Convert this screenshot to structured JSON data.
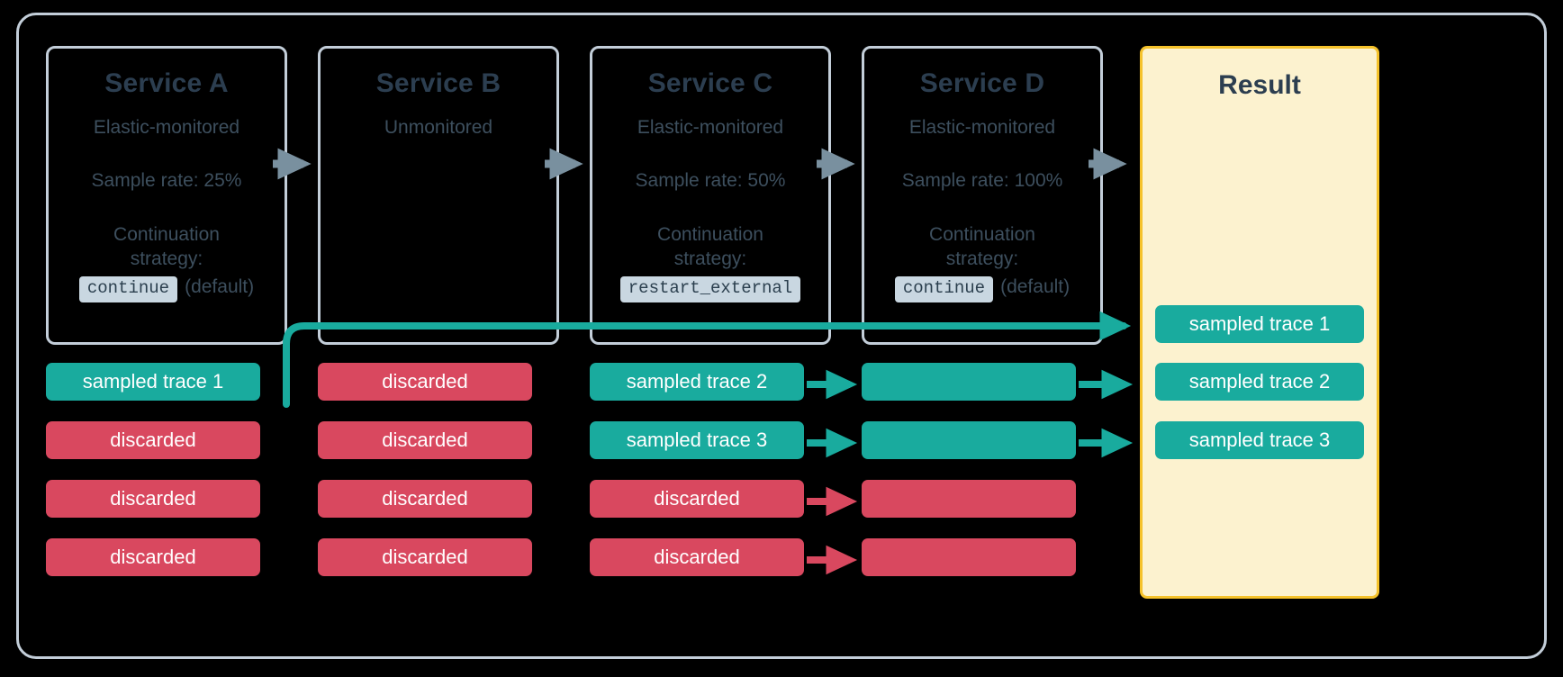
{
  "diagram": {
    "title": "Distributed tracing sampling across services",
    "colors": {
      "background": "#000000",
      "frame_border": "#c3ced9",
      "card_border": "#c3ced9",
      "card_title_text": "#2c3e50",
      "card_body_text": "#3d4f5e",
      "code_badge_bg": "#c9d7e1",
      "code_badge_text": "#2b3f4e",
      "sampled_green": "#19ab9e",
      "discarded_red": "#d9485f",
      "result_fill": "#fcf2cf",
      "result_border": "#f5c22b",
      "grey_arrow": "#79909f"
    }
  },
  "services": [
    {
      "name": "Service A",
      "monitoring": "Elastic-monitored",
      "sample_rate": "Sample rate: 25%",
      "strategy_label": "Continuation strategy:",
      "strategy_value": "continue",
      "strategy_note": "(default)",
      "has_strategy": true
    },
    {
      "name": "Service B",
      "monitoring": "Unmonitored",
      "sample_rate": "",
      "strategy_label": "",
      "strategy_value": "",
      "strategy_note": "",
      "has_strategy": false
    },
    {
      "name": "Service C",
      "monitoring": "Elastic-monitored",
      "sample_rate": "Sample rate: 50%",
      "strategy_label": "Continuation strategy:",
      "strategy_value": "restart_external",
      "strategy_note": "",
      "has_strategy": true
    },
    {
      "name": "Service D",
      "monitoring": "Elastic-monitored",
      "sample_rate": "Sample rate: 100%",
      "strategy_label": "Continuation strategy:",
      "strategy_value": "continue",
      "strategy_note": "(default)",
      "has_strategy": true
    }
  ],
  "result": {
    "title": "Result",
    "traces": [
      {
        "label": "sampled trace 1",
        "state": "sampled"
      },
      {
        "label": "sampled trace 2",
        "state": "sampled"
      },
      {
        "label": "sampled trace 3",
        "state": "sampled"
      }
    ]
  },
  "columns": [
    {
      "service": "Service A",
      "rows": [
        {
          "label": "sampled trace 1",
          "state": "sampled"
        },
        {
          "label": "discarded",
          "state": "discarded"
        },
        {
          "label": "discarded",
          "state": "discarded"
        },
        {
          "label": "discarded",
          "state": "discarded"
        }
      ]
    },
    {
      "service": "Service B",
      "rows": [
        {
          "label": "discarded",
          "state": "discarded"
        },
        {
          "label": "discarded",
          "state": "discarded"
        },
        {
          "label": "discarded",
          "state": "discarded"
        },
        {
          "label": "discarded",
          "state": "discarded"
        }
      ]
    },
    {
      "service": "Service C",
      "rows": [
        {
          "label": "sampled trace 2",
          "state": "sampled"
        },
        {
          "label": "sampled trace 3",
          "state": "sampled"
        },
        {
          "label": "discarded",
          "state": "discarded"
        },
        {
          "label": "discarded",
          "state": "discarded"
        }
      ]
    },
    {
      "service": "Service D",
      "rows": [
        {
          "label": "",
          "state": "sampled"
        },
        {
          "label": "",
          "state": "sampled"
        },
        {
          "label": "",
          "state": "discarded"
        },
        {
          "label": "",
          "state": "discarded"
        }
      ]
    }
  ],
  "arrows": {
    "service_flow": [
      {
        "from": "Service A",
        "to": "Service B",
        "color": "#79909f"
      },
      {
        "from": "Service B",
        "to": "Service C",
        "color": "#79909f"
      },
      {
        "from": "Service C",
        "to": "Service D",
        "color": "#79909f"
      },
      {
        "from": "Service D",
        "to": "Result",
        "color": "#79909f"
      }
    ],
    "trace_flow": [
      {
        "from": "Service A sampled trace 1",
        "to": "Result sampled trace 1",
        "color": "#19ab9e",
        "shape": "elbow"
      },
      {
        "from": "Service C sampled trace 2",
        "to": "Service D row 1",
        "color": "#19ab9e",
        "shape": "straight"
      },
      {
        "from": "Service C sampled trace 3",
        "to": "Service D row 2",
        "color": "#19ab9e",
        "shape": "straight"
      },
      {
        "from": "Service C discarded row 3",
        "to": "Service D row 3",
        "color": "#d9485f",
        "shape": "straight"
      },
      {
        "from": "Service C discarded row 4",
        "to": "Service D row 4",
        "color": "#d9485f",
        "shape": "straight"
      },
      {
        "from": "Service D row 1",
        "to": "Result sampled trace 2",
        "color": "#19ab9e",
        "shape": "straight"
      },
      {
        "from": "Service D row 2",
        "to": "Result sampled trace 3",
        "color": "#19ab9e",
        "shape": "straight"
      }
    ]
  }
}
